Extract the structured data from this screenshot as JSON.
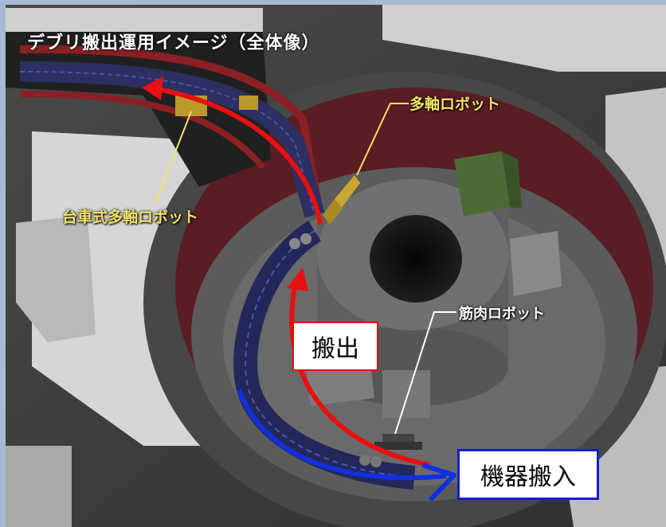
{
  "title": "デブリ搬出運用イメージ（全体像）",
  "labels": {
    "multi_axis_robot": "多軸ロボット",
    "cart_multi_axis_robot": "台車式多軸ロボット",
    "muscle_robot": "筋肉ロボット"
  },
  "callouts": {
    "carry_out": "搬出",
    "equipment_carry_in": "機器搬入"
  },
  "colors": {
    "carry_out_arrow": "#e81010",
    "carry_in_arrow": "#1030e0",
    "robot_label": "#f4e46a",
    "inner_wall": "#5a1d24"
  }
}
